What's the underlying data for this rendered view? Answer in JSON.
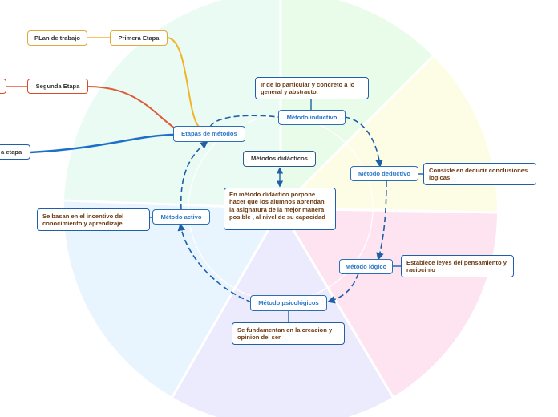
{
  "diagram": {
    "center": "Métodos didácticos",
    "center_desc": "En método didáctico porpone hacer que los alumnos aprendan la asignatura de la mejor manera posible , al nivel de su capacidad",
    "etapas": "Etapas de métodos",
    "branches": {
      "primera": "Primera Etapa",
      "plan": "PLan de trabajo",
      "segunda": "Segunda Etapa",
      "tercera": "a etapa"
    },
    "inductivo": {
      "label": "Método inductivo",
      "desc": "Ir de lo particular y concreto a lo general y abstracto."
    },
    "deductivo": {
      "label": "Método deductivo",
      "desc": "Consiste en deducir conclusiones logicas"
    },
    "logico": {
      "label": "Método lógico",
      "desc": "Establece leyes del pensamiento y raciocinio"
    },
    "psicologico": {
      "label": "Método psicológicos",
      "desc": "Se fundamentan en la creacion y opinion del ser"
    },
    "activo": {
      "label": "Método activo",
      "desc": "Se basan en el incentivo del conocimiento y aprendizaje"
    }
  },
  "colors": {
    "node_border": "#2a6eb5",
    "topic_text": "#2a78c8",
    "desc_text": "#6b3a10",
    "line_orange": "#f0b429",
    "line_red": "#e05a3a",
    "line_blue": "#1f6fc9"
  }
}
